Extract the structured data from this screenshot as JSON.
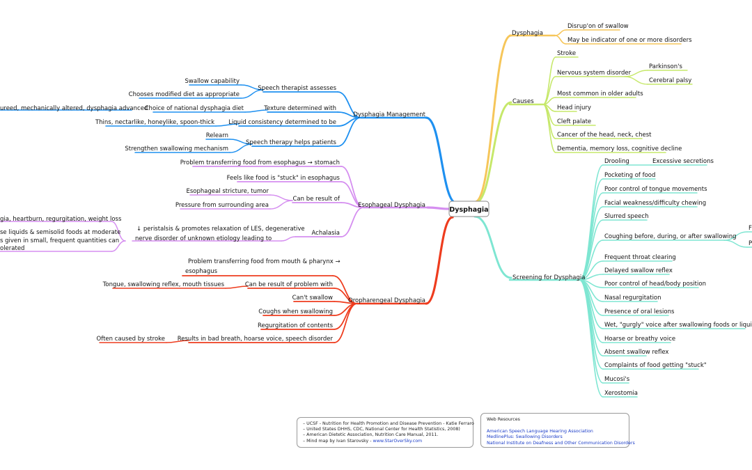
{
  "root": "Dysphagia",
  "colors": {
    "definition": "#f6c65a",
    "causes": "#c6e86a",
    "screening": "#7ee6d2",
    "management": "#1e90f0",
    "esophageal": "#d58ef0",
    "oropharyngeal": "#ee3c1e"
  },
  "definition": {
    "label": "Dysphagia",
    "items": [
      "Disrup'on of swallow",
      "May be indicator of one or more disorders"
    ]
  },
  "causes": {
    "label": "Causes",
    "items": [
      "Stroke",
      "Nervous system disorder",
      "Most common in older adults",
      "Head injury",
      "Cleft palate",
      "Cancer of the head, neck, chest",
      "Dementia, memory loss, cognitive decline"
    ],
    "nervous_sub": [
      "Parkinson's",
      "Cerebral palsy"
    ]
  },
  "screening": {
    "label": "Screening for Dysphagia",
    "items": [
      "Drooling",
      "Pocketing of food",
      "Poor control of tongue movements",
      "Facial weakness/difficulty chewing",
      "Slurred speech",
      "Coughing before, during, or after swallowing",
      "Frequent throat clearing",
      "Delayed swallow reflex",
      "Poor control of head/body position",
      "Nasal regurgitation",
      "Presence of oral lesions",
      "Wet, \"gurgly\" voice after swallowing foods or liquids",
      "Hoarse or breathy voice",
      "Absent swallow reflex",
      "Complaints of food getting \"stuck\"",
      "Mucosi's",
      "Xerostomia"
    ],
    "drooling_sub": "Excessive secretions",
    "coughing_sub": [
      "F",
      "P"
    ]
  },
  "management": {
    "label": "Dysphagia Management",
    "speech_assess": "Speech therapist assesses",
    "speech_assess_sub": [
      "Swallow capability",
      "Chooses modified diet as appropriate"
    ],
    "texture": "Texture determined with",
    "texture_sub": "Choice of national dysphagia diet",
    "texture_sub2": "ureed, mechanically altered, dysphagia advanced",
    "liquid": "Liquid consistency determined to be",
    "liquid_sub": "Thins, nectarlike, honeylike, spoon-thick",
    "therapy": "Speech therapy helps patients",
    "therapy_sub": [
      "Relearn",
      "Strengthen swallowing mechanism"
    ]
  },
  "esophageal": {
    "label": "Esophageal Dysphagia",
    "problem": "Problem transferring food from esophagus → stomach",
    "stuck": "Feels like food is \"stuck\" in esophagus",
    "result": "Can be result of",
    "result_sub": [
      "Esophageal stricture, tumor",
      "Pressure from surrounding area"
    ],
    "achalasia": "Achalasia",
    "achalasia_desc": [
      "↓ peristalsis & promotes relaxation of LES, degenerative",
      "nerve disorder of unknown etiology leading to"
    ],
    "achalasia_sub": [
      "gia, heartburn, regurgitation, weight loss",
      "se liquids & semisolid foods at moderate",
      "s given in small, frequent quantities can",
      "olerated"
    ]
  },
  "oropharyngeal": {
    "label": "Oropharengeal Dysphagia",
    "problem": [
      "Problem transferring food from mouth & pharynx →",
      "esophagus"
    ],
    "result": "Can be result of problem with",
    "result_sub": "Tongue, swallowing reflex, mouth tissues",
    "items": [
      "Can't swallow",
      "Coughs when swallowing",
      "Regurgitation of contents"
    ],
    "bad_breath": "Results in bad breath, hoarse voice, speech disorder",
    "bad_breath_sub": "Often caused by stroke"
  },
  "references": [
    "– UCSF - Nutrition for Health Promotion and Disease Prevention - Katie Ferraro",
    "– United States DHHS, CDC, National Center for Health Statistics, 2008)",
    "– American Dietetic Association, Nutrition Care Manual, 2011.",
    "– Mind map by Ivan Starovsky - "
  ],
  "references_link": "www.StarOverSky.com",
  "web": {
    "title": "Web Resources",
    "links": [
      "American Speech Language Hearing Association",
      "MedlinePlus: Swallowing Disorders",
      "National Institute on Deafness and Other Communication Disorders"
    ]
  }
}
